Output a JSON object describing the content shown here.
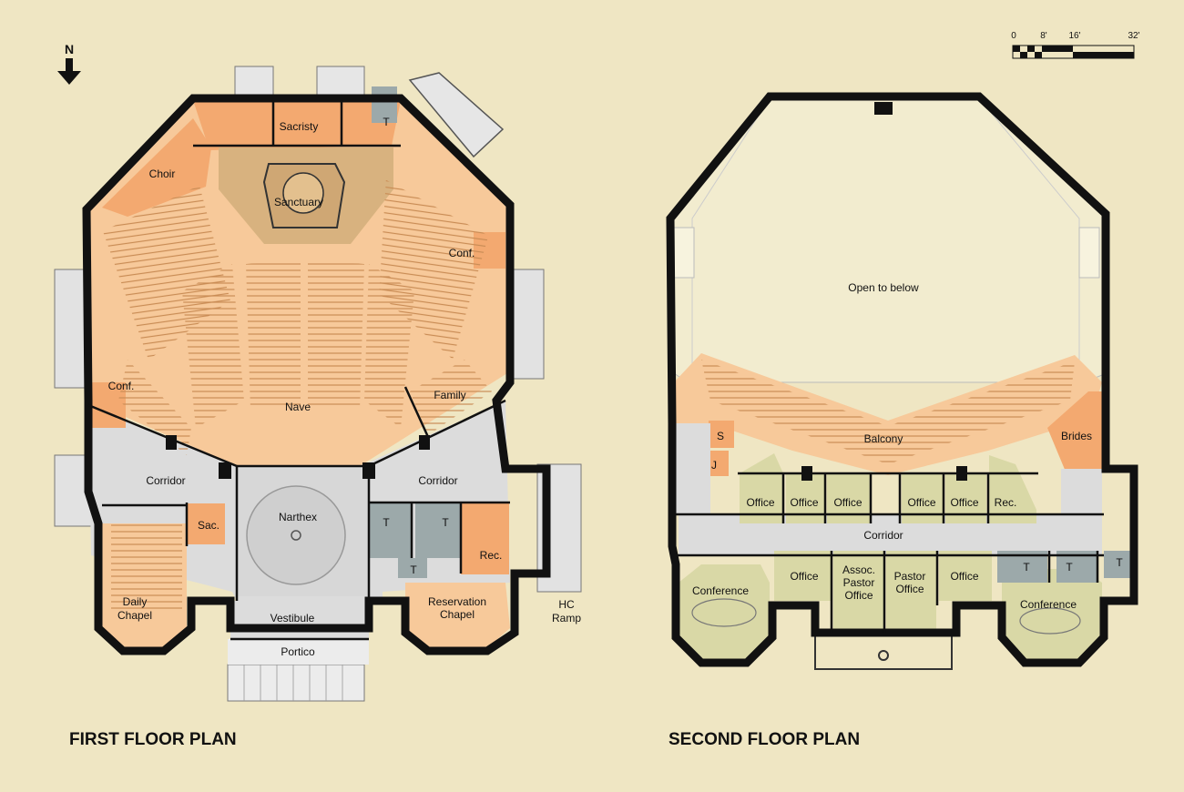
{
  "north": {
    "letter": "N"
  },
  "scale": {
    "ticks": [
      "0",
      "8'",
      "16'",
      "32'"
    ]
  },
  "first_floor": {
    "title": "FIRST FLOOR PLAN",
    "rooms": {
      "sacristy": "Sacristy",
      "t_top": "T",
      "choir": "Choir",
      "sanctuary": "Sanctuary",
      "conf_right": "Conf.",
      "conf_left": "Conf.",
      "nave": "Nave",
      "family": "Family",
      "corridor_left": "Corridor",
      "corridor_right": "Corridor",
      "narthex": "Narthex",
      "sac": "Sac.",
      "t1": "T",
      "t2": "T",
      "t3": "T",
      "rec": "Rec.",
      "daily_chapel_1": "Daily",
      "daily_chapel_2": "Chapel",
      "vestibule": "Vestibule",
      "portico": "Portico",
      "reservation_chapel_1": "Reservation",
      "reservation_chapel_2": "Chapel",
      "hc_ramp_1": "HC",
      "hc_ramp_2": "Ramp"
    }
  },
  "second_floor": {
    "title": "SECOND FLOOR PLAN",
    "rooms": {
      "open_to_below": "Open to below",
      "balcony": "Balcony",
      "s": "S",
      "j": "J",
      "brides": "Brides",
      "office1": "Office",
      "office2": "Office",
      "office3": "Office",
      "office4": "Office",
      "office5": "Office",
      "rec": "Rec.",
      "corridor": "Corridor",
      "conference_left": "Conference",
      "office6": "Office",
      "assoc_1": "Assoc.",
      "assoc_2": "Pastor",
      "assoc_3": "Office",
      "pastor_1": "Pastor",
      "pastor_2": "Office",
      "office7": "Office",
      "t1": "T",
      "t2": "T",
      "t3": "T",
      "conference_right": "Conference"
    }
  }
}
